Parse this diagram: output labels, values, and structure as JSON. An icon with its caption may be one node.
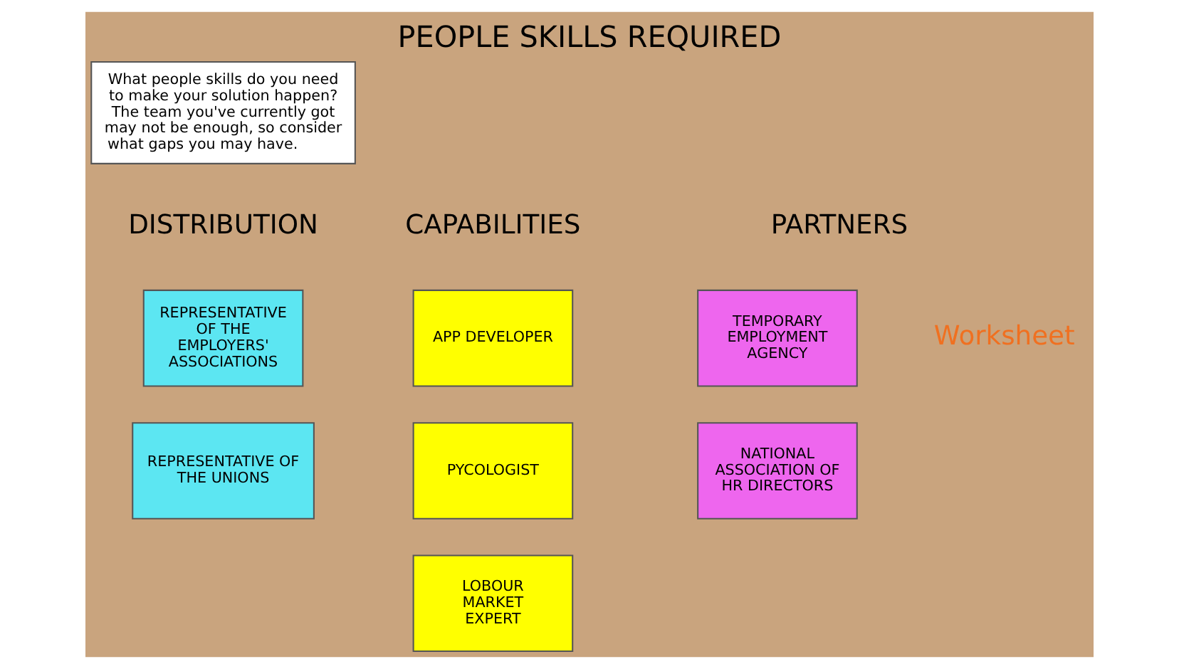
{
  "diagram": {
    "title": "PEOPLE SKILLS REQUIRED",
    "nodes": [
      {
        "text": [
          "What people skills do you need to make your solution happen? The team you've currently got may not be enough, so consider what gaps you may have."
        ]
      },
      {
        "text": [
          "REPRESENTATIVE OF THE EMPLOYERS' ASSOCIATIONS"
        ]
      },
      {
        "text": [
          "REPRESENTATIVE OF THE UNIONS"
        ]
      },
      {
        "text": [
          "APP DEVELOPER"
        ]
      },
      {
        "text": [
          "PYCOLOGIST"
        ]
      },
      {
        "text": [
          "LOBOUR MARKET EXPERT"
        ]
      },
      {
        "text": [
          "TEMPORARY EMPLOYMENT AGENCY"
        ]
      },
      {
        "text": [
          "NATIONAL ASSOCIATION OF HR DIRECTORS"
        ]
      }
    ],
    "edges": [],
    "labels": [
      "DISTRIBUTION",
      "CAPABILITIES",
      "PARTNERS",
      "Worksheet"
    ]
  }
}
